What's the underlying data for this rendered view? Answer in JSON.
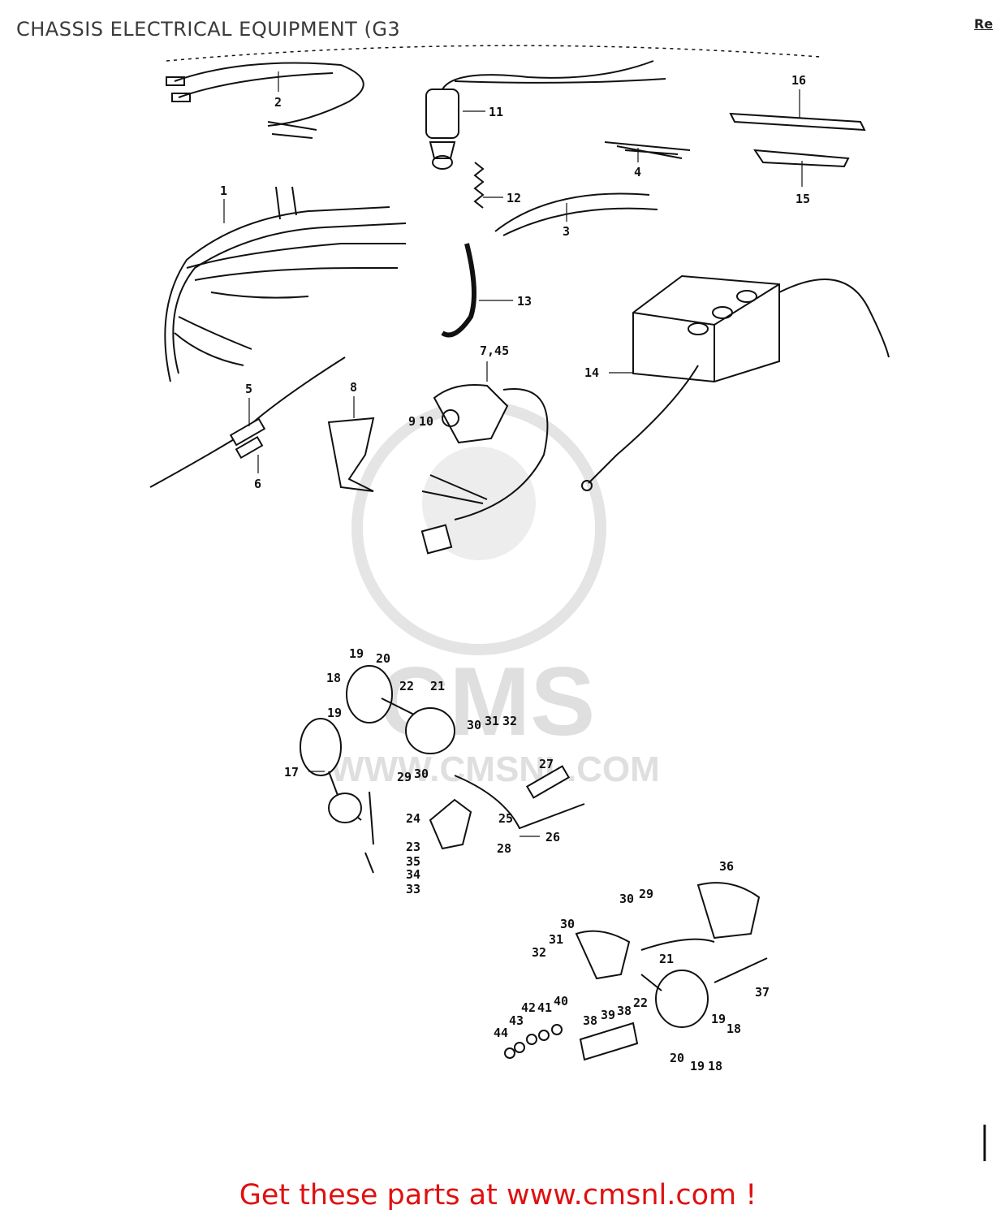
{
  "header": {
    "title": "CHASSIS ELECTRICAL EQUIPMENT (G3",
    "corner_text": "Re"
  },
  "footer": {
    "cta_text": "Get these parts at www.cmsnl.com !"
  },
  "watermark": {
    "brand": "CMS",
    "url": "WWW.CMSNL.COM"
  },
  "diagram": {
    "callouts": [
      "2",
      "11",
      "16",
      "4",
      "15",
      "1",
      "12",
      "3",
      "13",
      "14",
      "7,45",
      "5",
      "8",
      "9",
      "10",
      "6",
      "19",
      "20",
      "18",
      "22",
      "21",
      "19",
      "30",
      "31",
      "32",
      "17",
      "27",
      "29",
      "30",
      "24",
      "25",
      "26",
      "28",
      "23",
      "35",
      "34",
      "33",
      "36",
      "30",
      "29",
      "30",
      "32",
      "31",
      "21",
      "22",
      "37",
      "44",
      "43",
      "42",
      "41",
      "40",
      "38",
      "39",
      "38",
      "19",
      "18",
      "20",
      "19",
      "18"
    ]
  },
  "colors": {
    "ink": "#111111",
    "title_gray": "#3a3a3a",
    "cta_red": "#e0100f",
    "watermark_gray": "#dcdcdc"
  }
}
